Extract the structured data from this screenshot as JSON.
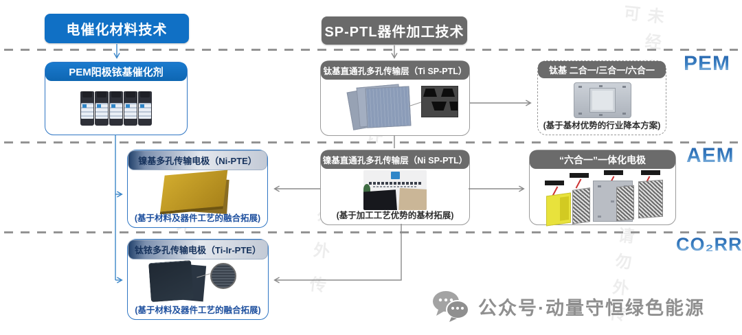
{
  "top_nodes": {
    "materials": "电催化材料技术",
    "processing": "SP-PTL器件加工技术"
  },
  "row_labels": {
    "pem": "PEM",
    "aem": "AEM",
    "co2rr": "CO₂RR"
  },
  "cards": {
    "pem_catalyst": {
      "title": "PEM阳极铱基催化剂",
      "image": "catalyst-bottles"
    },
    "ti_sp_ptl": {
      "title": "钛基直通孔多孔传输层（Ti SP-PTL）",
      "image": "titanium-ptl-sheets-with-sem-inset"
    },
    "ti_combo": {
      "title": "钛基 二合一/三合一/六合一",
      "caption": "(基于基材优势的行业降本方案)",
      "image": "integrated-titanium-plate"
    },
    "ni_pte": {
      "title": "镍基多孔传输电极（Ni-PTE）",
      "caption": "(基于材料及器件工艺的融合拓展)",
      "image": "nickel-electrode-plates"
    },
    "ni_sp_ptl": {
      "title": "镍基直通孔多孔传输层（Ni SP-PTL）",
      "caption": "(基于加工工艺优势的基材拓展)",
      "image": "company-facility-photo"
    },
    "six_in_one": {
      "title": "“六合一”一体化电极",
      "image": "exploded-electrode-assembly"
    },
    "ti_ir_pte": {
      "title": "钛铱多孔传输电极（Ti-Ir-PTE）",
      "caption": "(基于材料及器件工艺的融合拓展)",
      "image": "dark-electrode-sheets-with-inset"
    }
  },
  "branding": {
    "account_label": "公众号·动量守恒绿色能源"
  },
  "watermark": {
    "line1": "未经许可",
    "line2": "请勿外传"
  },
  "colors": {
    "accent_blue": "#1070c5",
    "node_gray": "#6a6a6a",
    "row_label_blue": "#2f6db5",
    "caption_blue": "#1d4f9e",
    "connector_gray": "#8a8a8a",
    "connector_blue": "#3a85c8"
  }
}
